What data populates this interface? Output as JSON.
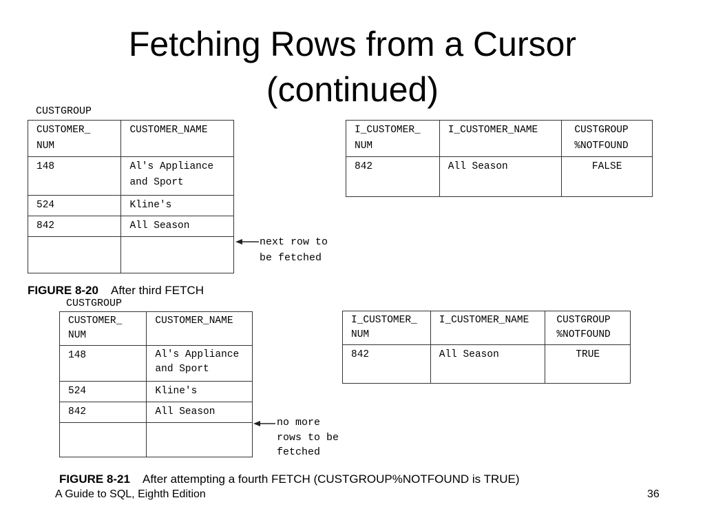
{
  "slide": {
    "title_line1": "Fetching Rows from a Cursor",
    "title_line2": "(continued)",
    "footer_left": "A Guide to SQL, Eighth Edition",
    "page_number": "36"
  },
  "fig20": {
    "table_label": "CUSTGROUP",
    "left_table": {
      "headers": [
        "CUSTOMER_\nNUM",
        "CUSTOMER_NAME"
      ],
      "rows": [
        [
          "148",
          "Al's Appliance\nand Sport"
        ],
        [
          "524",
          "Kline's"
        ],
        [
          "842",
          "All Season"
        ],
        [
          "",
          ""
        ]
      ]
    },
    "arrow_label": "next row to\nbe fetched",
    "right_table": {
      "headers": [
        "I_CUSTOMER_\nNUM",
        "I_CUSTOMER_NAME",
        "CUSTGROUP\n%NOTFOUND"
      ],
      "row": [
        "842",
        "All Season",
        "FALSE"
      ]
    },
    "caption_label": "FIGURE 8-20",
    "caption_text": "After third FETCH"
  },
  "fig21": {
    "table_label": "CUSTGROUP",
    "left_table": {
      "headers": [
        "CUSTOMER_\nNUM",
        "CUSTOMER_NAME"
      ],
      "rows": [
        [
          "148",
          "Al's Appliance\nand Sport"
        ],
        [
          "524",
          "Kline's"
        ],
        [
          "842",
          "All Season"
        ],
        [
          "",
          ""
        ]
      ]
    },
    "arrow_label": "no more\nrows to be\nfetched",
    "right_table": {
      "headers": [
        "I_CUSTOMER_\nNUM",
        "I_CUSTOMER_NAME",
        "CUSTGROUP\n%NOTFOUND"
      ],
      "row": [
        "842",
        "All Season",
        "TRUE"
      ]
    },
    "caption_label": "FIGURE 8-21",
    "caption_text": "After attempting a fourth FETCH (CUSTGROUP%NOTFOUND is TRUE)"
  }
}
